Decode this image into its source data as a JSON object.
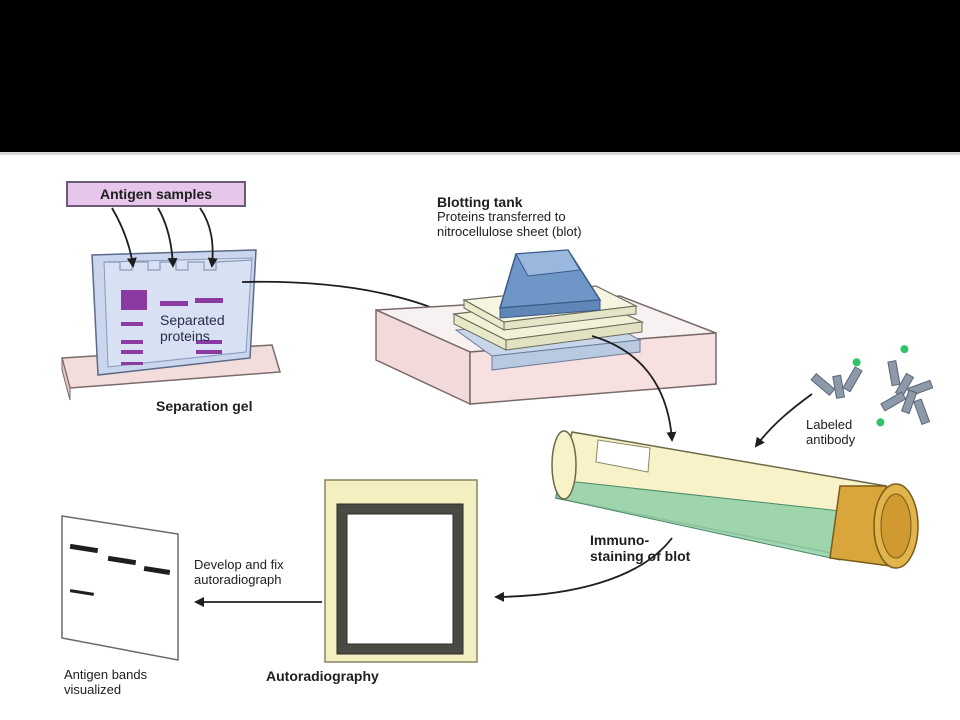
{
  "labels": {
    "antigen_samples": "Antigen samples",
    "separated_proteins_line1": "Separated",
    "separated_proteins_line2": "proteins",
    "separation_gel": "Separation gel",
    "blotting_tank": "Blotting tank",
    "blotting_desc_line1": "Proteins transferred to",
    "blotting_desc_line2": "nitrocellulose sheet (blot)",
    "labeled_antibody_line1": "Labeled",
    "labeled_antibody_line2": "antibody",
    "immuno_line1": "Immuno-",
    "immuno_line2": "staining of blot",
    "develop_line1": "Develop and fix",
    "develop_line2": "autoradiograph",
    "autoradiography": "Autoradiography",
    "antigen_bands_line1": "Antigen bands",
    "antigen_bands_line2": "visualized"
  },
  "colors": {
    "title_bar": "#000000",
    "gel_blue": "#c9d6ee",
    "band_purple": "#8a3aa0",
    "tank_pink": "#f3dada",
    "block_blue": "#6e97c8",
    "tube_yellow": "#f3edb0",
    "liquid_green": "#8fd0a8",
    "cap_gold": "#d8a63a",
    "antibody_gray": "#8c99a8",
    "antibody_tip": "#2ec46a"
  }
}
